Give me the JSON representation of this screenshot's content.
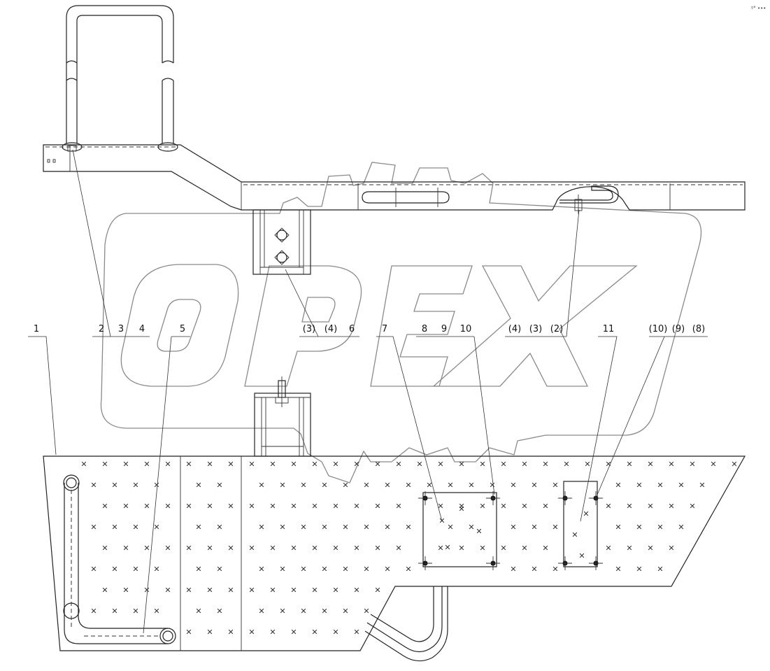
{
  "drawing": {
    "watermark": "OPEX",
    "corner_mark": "º° •••"
  },
  "callouts": [
    {
      "id": "c1",
      "text": "1"
    },
    {
      "id": "c2",
      "text": "2"
    },
    {
      "id": "c3",
      "text": "3"
    },
    {
      "id": "c4",
      "text": "4"
    },
    {
      "id": "c5",
      "text": "5"
    },
    {
      "id": "c6",
      "text": "(3)"
    },
    {
      "id": "c7",
      "text": "(4)"
    },
    {
      "id": "c8",
      "text": "6"
    },
    {
      "id": "c9",
      "text": "7"
    },
    {
      "id": "c10",
      "text": "8"
    },
    {
      "id": "c11",
      "text": "9"
    },
    {
      "id": "c12",
      "text": "10"
    },
    {
      "id": "c13",
      "text": "(4)"
    },
    {
      "id": "c14",
      "text": "(3)"
    },
    {
      "id": "c15",
      "text": "(2)"
    },
    {
      "id": "c16",
      "text": "11"
    },
    {
      "id": "c17",
      "text": "(10)"
    },
    {
      "id": "c18",
      "text": "(9)"
    },
    {
      "id": "c19",
      "text": "(8)"
    }
  ],
  "tread_pattern_symbol": "✕"
}
